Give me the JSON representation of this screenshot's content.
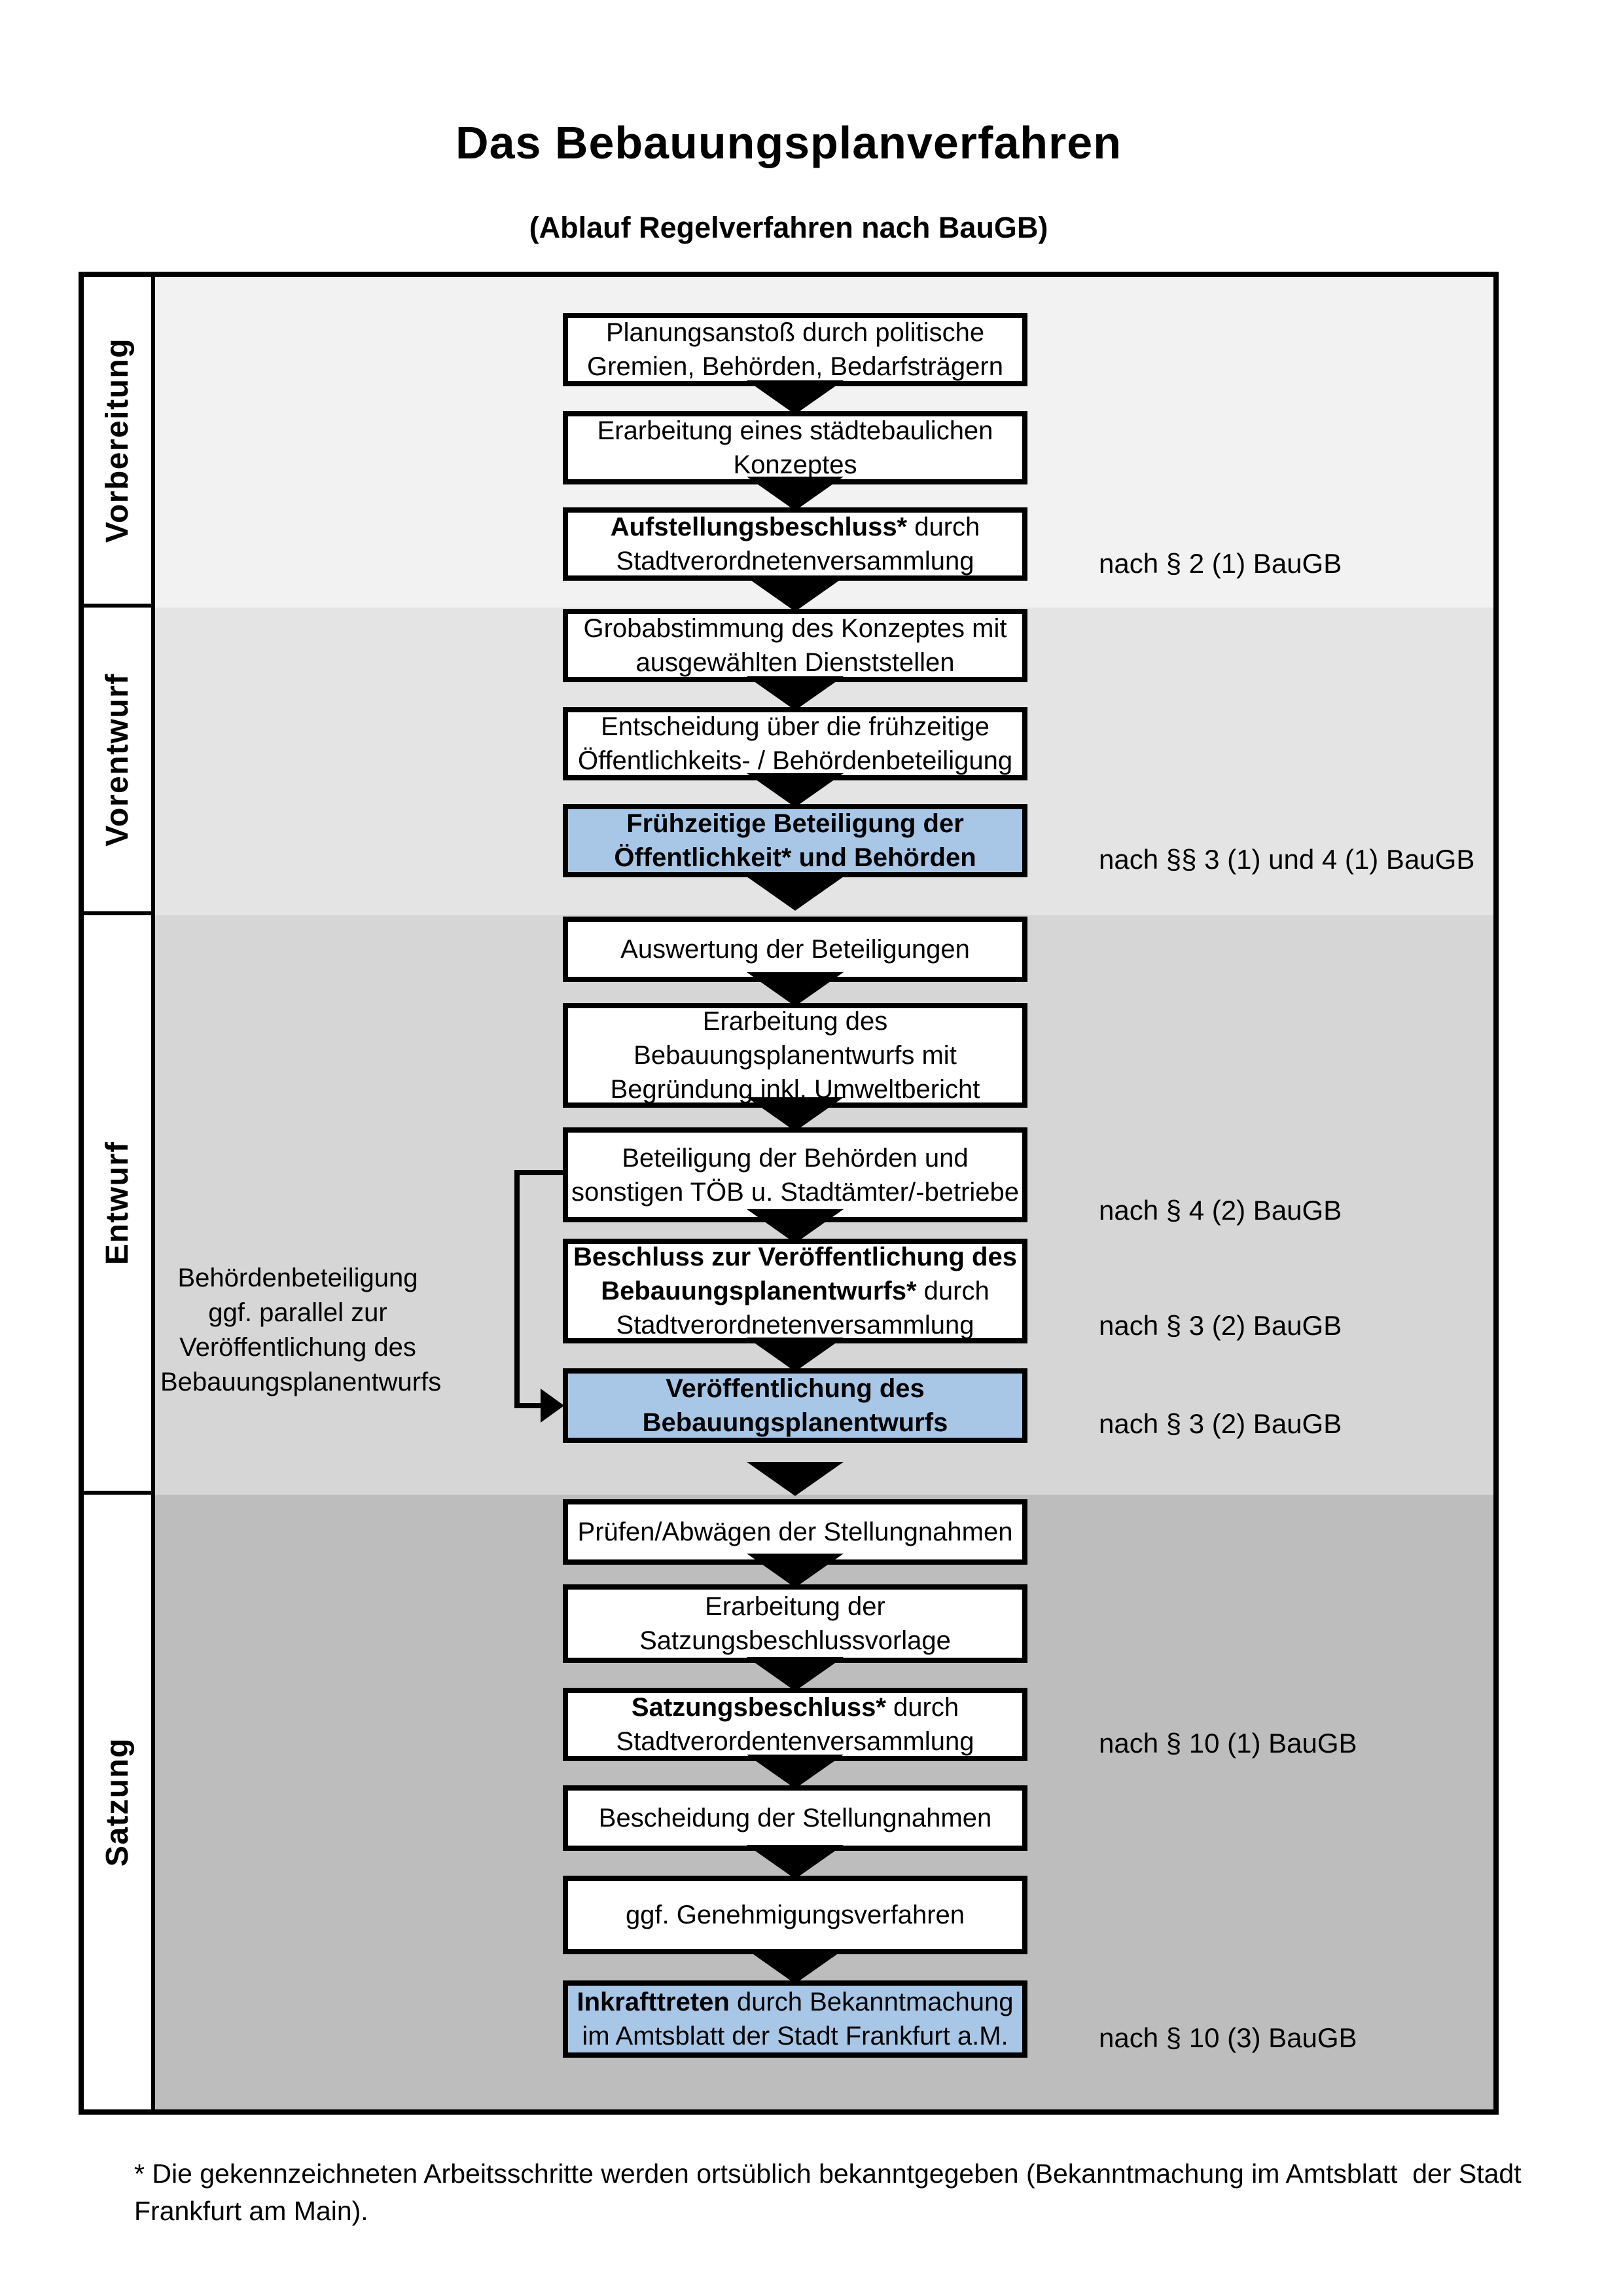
{
  "title": "Das Bebauungsplanverfahren",
  "subtitle": "(Ablauf Regelverfahren nach BauGB)",
  "colors": {
    "highlight": "#a8c6e6",
    "phase_bg_1": "#f2f2f2",
    "phase_bg_2": "#e4e4e4",
    "phase_bg_3": "#d6d6d6",
    "phase_bg_4": "#bdbdbd",
    "border": "#000000"
  },
  "phases": {
    "p1": "Vorbereitung",
    "p2": "Vorentwurf",
    "p3": "Entwurf",
    "p4": "Satzung"
  },
  "steps": {
    "planungsanstoss": {
      "l1": "Planungsanstoß durch politische",
      "l2": "Gremien, Behörden, Bedarfsträgern"
    },
    "konzept": {
      "l1": "Erarbeitung eines städtebaulichen",
      "l2": "Konzeptes"
    },
    "aufstellungsbeschluss": {
      "l1b": "Aufstellungsbeschluss*",
      "l1r": " durch",
      "l2": "Stadtverordnetenversammlung"
    },
    "grobabstimmung": {
      "l1": "Grobabstimmung des Konzeptes mit",
      "l2": "ausgewählten Dienststellen"
    },
    "entscheidung": {
      "l1": "Entscheidung über die frühzeitige",
      "l2": "Öffentlichkeits- / Behördenbeteiligung"
    },
    "fruehzeitige_beteiligung": {
      "l1": "Frühzeitige Beteiligung der",
      "l2": "Öffentlichkeit* und Behörden"
    },
    "auswertung": {
      "l1": "Auswertung der Beteiligungen"
    },
    "erarbeitung_entwurf": {
      "l1": "Erarbeitung des",
      "l2": "Bebauungsplanentwurfs mit",
      "l3": "Begründung inkl. Umweltbericht"
    },
    "beteiligung_behoerden": {
      "l1": "Beteiligung der Behörden und",
      "l2": "sonstigen TÖB u. Stadtämter/-betriebe"
    },
    "beschluss_veroeffentlichung": {
      "l1b": "Beschluss zur Veröffentlichung des",
      "l2b": "Bebauungsplanentwurfs*",
      "l2r": " durch",
      "l3": "Stadtverordnetenversammlung"
    },
    "veroeffentlichung": {
      "l1": "Veröffentlichung des",
      "l2": "Bebauungsplanentwurfs"
    },
    "pruefen": {
      "l1": "Prüfen/Abwägen der Stellungnahmen"
    },
    "satzungsvorlage": {
      "l1": "Erarbeitung der",
      "l2": "Satzungsbeschlussvorlage"
    },
    "satzungsbeschluss": {
      "l1b": "Satzungsbeschluss*",
      "l1r": " durch",
      "l2": "Stadtverordentenversammlung"
    },
    "bescheidung": {
      "l1": "Bescheidung der Stellungnahmen"
    },
    "genehmigung": {
      "l1": "ggf. Genehmigungsverfahren"
    },
    "inkrafttreten": {
      "l1b": "Inkrafttreten",
      "l1r": " durch Bekanntmachung",
      "l2": "im Amtsblatt der Stadt Frankfurt a.M."
    }
  },
  "annotations": {
    "aufstellungsbeschluss": "nach § 2 (1) BauGB",
    "fruehzeitige_beteiligung": "nach §§ 3 (1) und 4 (1) BauGB",
    "beteiligung_behoerden": "nach § 4 (2) BauGB",
    "beschluss_veroeffentlichung": "nach § 3 (2) BauGB",
    "veroeffentlichung": "nach § 3 (2) BauGB",
    "satzungsbeschluss": "nach § 10 (1) BauGB",
    "inkrafttreten": "nach § 10 (3) BauGB"
  },
  "side_note": {
    "l1": "Behördenbeteiligung",
    "l2": "ggf. parallel zur",
    "l3": "Veröffentlichung des",
    "l4": "Bebauungsplanentwurfs"
  },
  "footnote": {
    "l1": "* Die gekennzeichneten Arbeitsschritte werden ortsüblich bekanntgegeben (Bekanntmachung im Amtsblatt  der Stadt",
    "l2": "Frankfurt am Main)."
  }
}
